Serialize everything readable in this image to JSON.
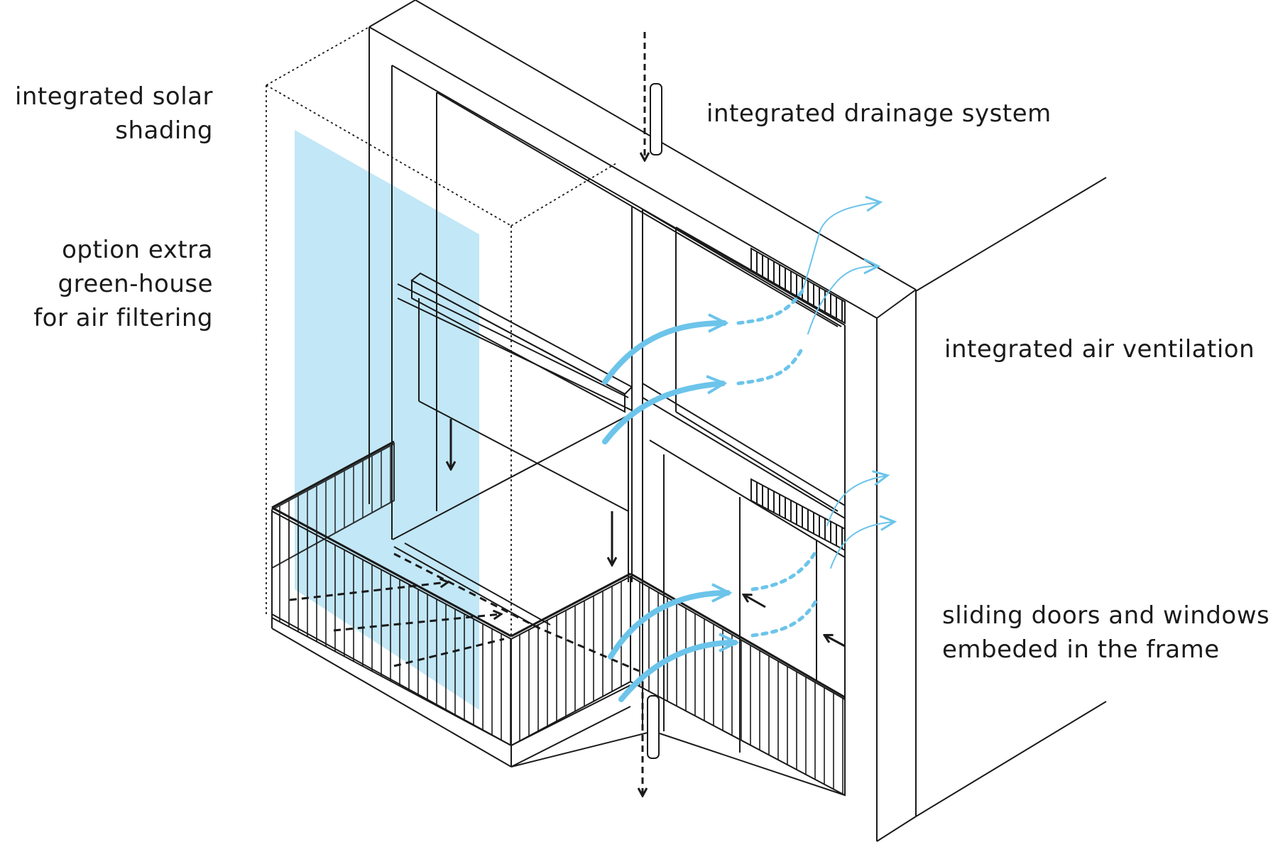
{
  "labels": {
    "solar_shading": [
      "integrated solar",
      "shading"
    ],
    "green_house": [
      "option extra",
      "green-house",
      "for air filtering"
    ],
    "drainage": "integrated drainage system",
    "air_ventilation": "integrated air ventilation",
    "sliding_doors": [
      "sliding doors and windows",
      "embeded in the frame"
    ]
  },
  "colors": {
    "line": "#1a1a1a",
    "glass_blue": "#bfe6f6",
    "air_arrow": "#6cc4ea",
    "text": "#1a1a1a"
  }
}
